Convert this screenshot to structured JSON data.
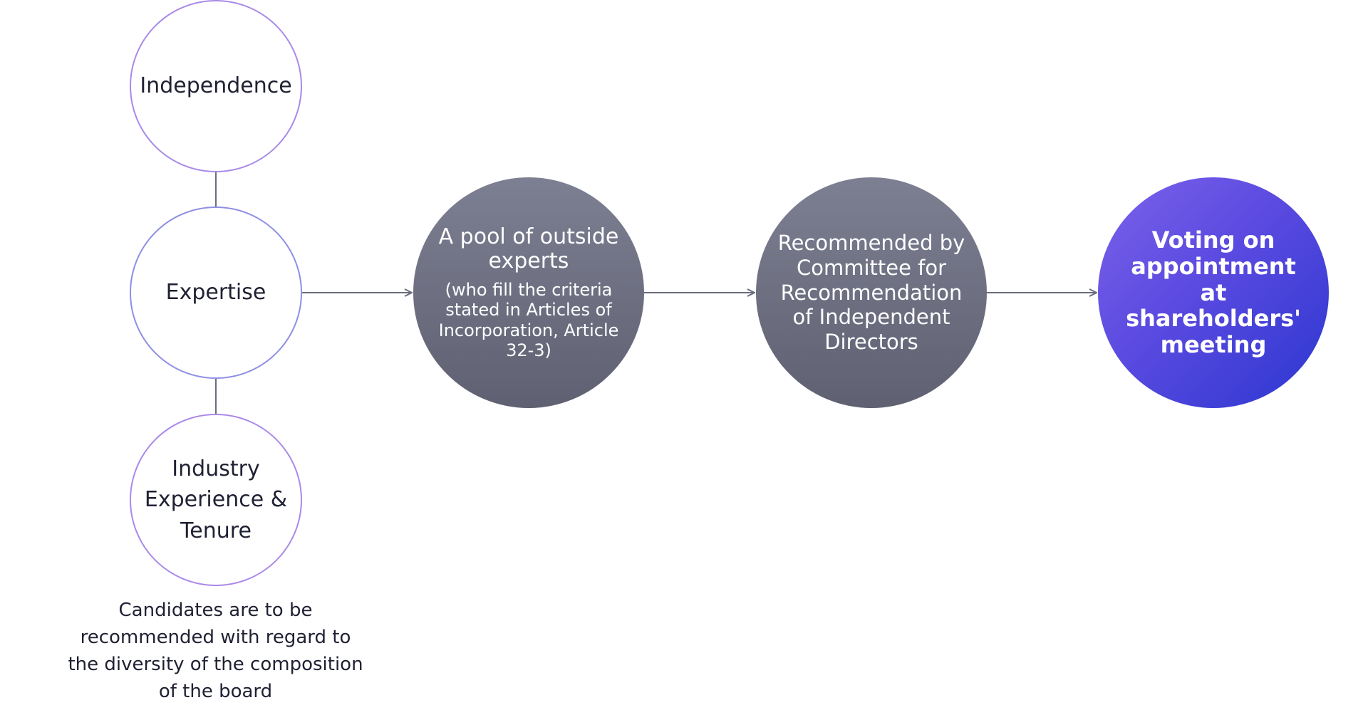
{
  "criteria": {
    "independence": "Independence",
    "expertise": "Expertise",
    "industry": "Industry Experience & Tenure"
  },
  "steps": {
    "pool_title": "A pool of outside experts",
    "pool_subtitle": "(who fill the criteria stated in Articles of Incorporation, Article 32-3)",
    "recommended": "Recommended by Committee for Recommendation of Independent Directors",
    "voting": "Voting on appointment at shareholders' meeting"
  },
  "footnote": "Candidates are to be recommended with regard to the diversity of the composition of the board",
  "colors": {
    "outline_border": "#a98ae8",
    "step_grey": "#6e7082",
    "voting_start": "#7c62ea",
    "voting_end": "#2b37d0",
    "connector": "#6b6d7c"
  }
}
